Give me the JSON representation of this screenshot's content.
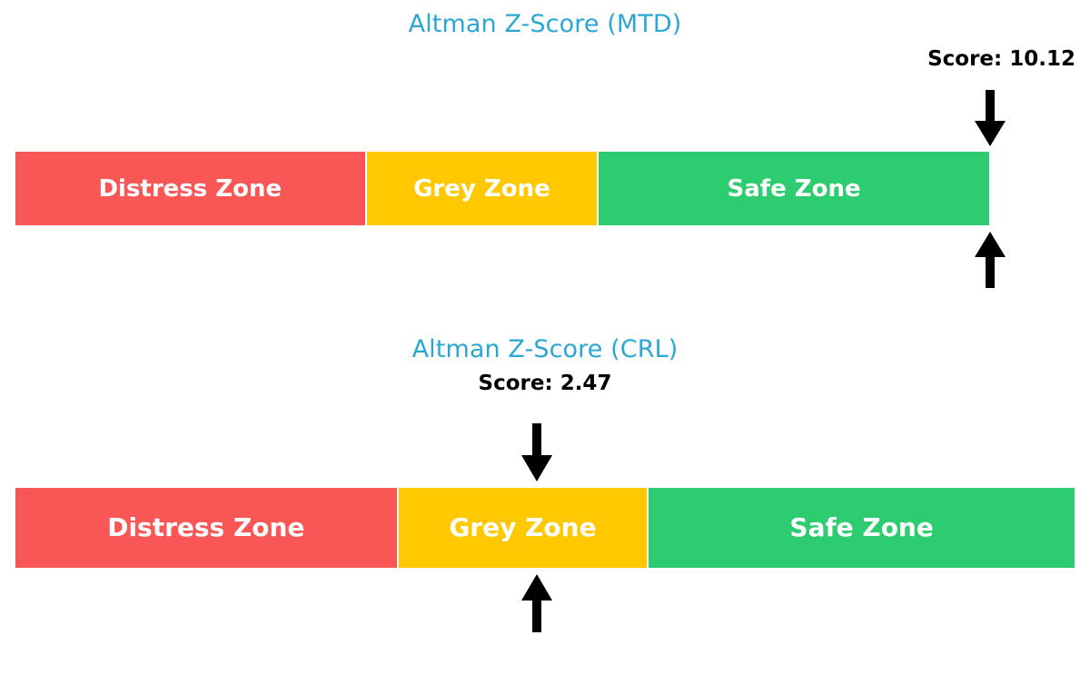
{
  "page": {
    "background_color": "#ffffff",
    "title_color": "#2ba7d4",
    "score_color": "#000000",
    "arrow_color": "#000000"
  },
  "charts": [
    {
      "id": "mtd",
      "title": "Altman Z-Score (MTD)",
      "score_label": "Score: 10.12",
      "score_value": 10.12,
      "marker_icons": [
        "down-arrow-icon",
        "up-arrow-icon"
      ],
      "zones": [
        {
          "label": "Distress Zone",
          "color": "#f95656",
          "width_pct": 36.0
        },
        {
          "label": "Grey Zone",
          "color": "#ffc800",
          "width_pct": 23.8
        },
        {
          "label": "Safe Zone",
          "color": "#2ecc71",
          "width_pct": 40.2
        }
      ]
    },
    {
      "id": "crl",
      "title": "Altman Z-Score (CRL)",
      "score_label": "Score: 2.47",
      "score_value": 2.47,
      "marker_icons": [
        "down-arrow-icon",
        "up-arrow-icon"
      ],
      "zones": [
        {
          "label": "Distress Zone",
          "color": "#f95656",
          "width_pct": 36.1
        },
        {
          "label": "Grey Zone",
          "color": "#ffc800",
          "width_pct": 23.6
        },
        {
          "label": "Safe Zone",
          "color": "#2ecc71",
          "width_pct": 40.3
        }
      ]
    }
  ],
  "chart_data": {
    "type": "bar",
    "title": "Altman Z-Score zone gauges",
    "subtitle": "",
    "xlabel": "",
    "ylabel": "",
    "grid": false,
    "legend": "none",
    "orientation": "horizontal-stacked",
    "charts": [
      {
        "name": "Altman Z-Score (MTD)",
        "score": 10.12,
        "score_text": "Score: 10.12",
        "marker_zone": "Safe Zone",
        "marker_position_pct": 100.0,
        "categories": [
          "Distress Zone",
          "Grey Zone",
          "Safe Zone"
        ],
        "values": [
          36.0,
          23.8,
          40.2
        ],
        "colors": [
          "#f95656",
          "#ffc800",
          "#2ecc71"
        ]
      },
      {
        "name": "Altman Z-Score (CRL)",
        "score": 2.47,
        "score_text": "Score: 2.47",
        "marker_zone": "Grey Zone",
        "marker_position_pct": 49.2,
        "categories": [
          "Distress Zone",
          "Grey Zone",
          "Safe Zone"
        ],
        "values": [
          36.1,
          23.6,
          40.3
        ],
        "colors": [
          "#f95656",
          "#ffc800",
          "#2ecc71"
        ]
      }
    ]
  }
}
